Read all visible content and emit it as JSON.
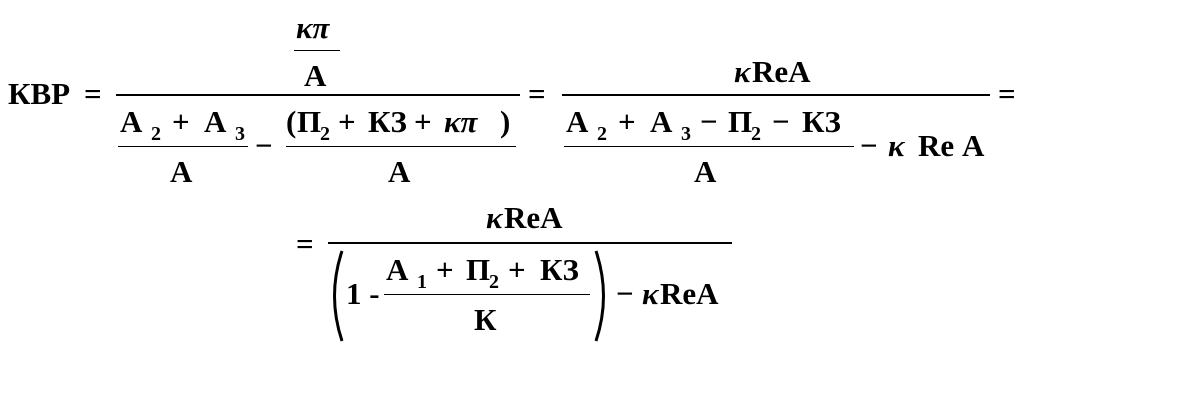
{
  "formula": {
    "lhs": "КВР",
    "eq": "=",
    "minus": "−",
    "plus": "+",
    "kappa_pi": "κπ",
    "kappa": "κ",
    "a": "А",
    "a1": "А",
    "sub1": "1",
    "a2": "А",
    "sub2": "2",
    "a3": "А",
    "sub3": "3",
    "p2": "П",
    "kz": "КЗ",
    "k": "К",
    "one_minus": "1 -",
    "re": "Re",
    "re_a": "ReA",
    "lparen": "(",
    "rparen": ")"
  }
}
